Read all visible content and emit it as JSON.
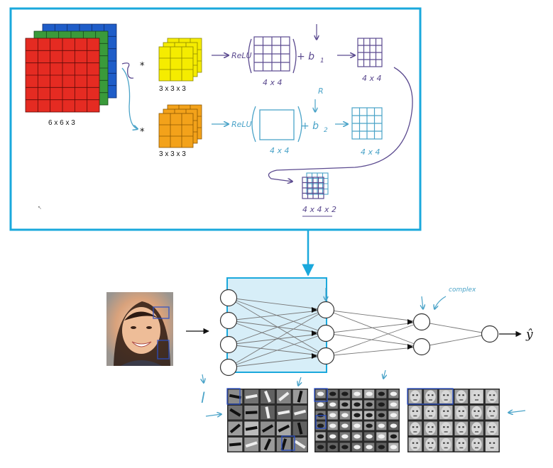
{
  "colors": {
    "frame": "#1aa8dc",
    "red": "#e52b22",
    "green": "#3a9a3a",
    "blue": "#1f5dc8",
    "yellow": "#f5ec00",
    "orange": "#f3a21a",
    "ink_purple": "#5b4a8f",
    "ink_blue": "#4aa3c8",
    "highlight": "#d7eef8"
  },
  "conv_diagram": {
    "input_label": "6 x 6 x 3",
    "filter1_label": "3 x 3 x 3",
    "filter2_label": "3 x 3 x 3",
    "conv_symbol": "*",
    "relu1": "ReLU",
    "relu2": "ReLU",
    "bias1": "+ b",
    "bias1_sub": "1",
    "bias2": "+ b",
    "bias2_sub": "2",
    "bias2_annotation": "R",
    "out1_pre_label": "4 x 4",
    "out1_label": "4 x 4",
    "out2_pre_label": "4 x 4",
    "out2_label": "4 x 4",
    "stacked_label": "4 x 4 x 2"
  },
  "network": {
    "output_symbol": "ŷ",
    "annotation": "complex",
    "left_mark": "l"
  },
  "icons": [
    "face-photo",
    "arrow-right",
    "arrow-down"
  ]
}
